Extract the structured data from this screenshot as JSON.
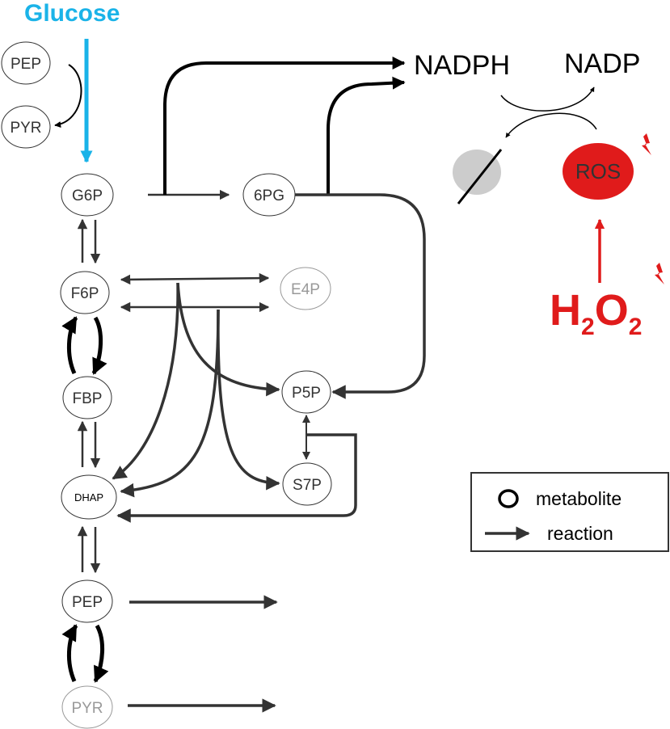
{
  "title": "Glucose",
  "nodes": {
    "pep_top": "PEP",
    "pyr_top": "PYR",
    "g6p": "G6P",
    "pg6": "6PG",
    "f6p": "F6P",
    "e4p": "E4P",
    "fbp": "FBP",
    "p5p": "P5P",
    "dhap": "DHAP",
    "s7p": "S7P",
    "pep": "PEP",
    "pyr": "PYR",
    "ros": "ROS"
  },
  "cofactors": {
    "nadph": "NADPH",
    "nadp": "NADP"
  },
  "h2o2": {
    "h": "H",
    "sub1": "2",
    "o": "O",
    "sub2": "2"
  },
  "legend": {
    "metabolite": "metabolite",
    "reaction": "reaction"
  },
  "colors": {
    "glucose": "#1ab3e8",
    "ros": "#e01b1b",
    "h2o2": "#e01b1b",
    "arrow": "#333333",
    "faded_text": "#999999",
    "grey_circle": "#cccccc"
  }
}
